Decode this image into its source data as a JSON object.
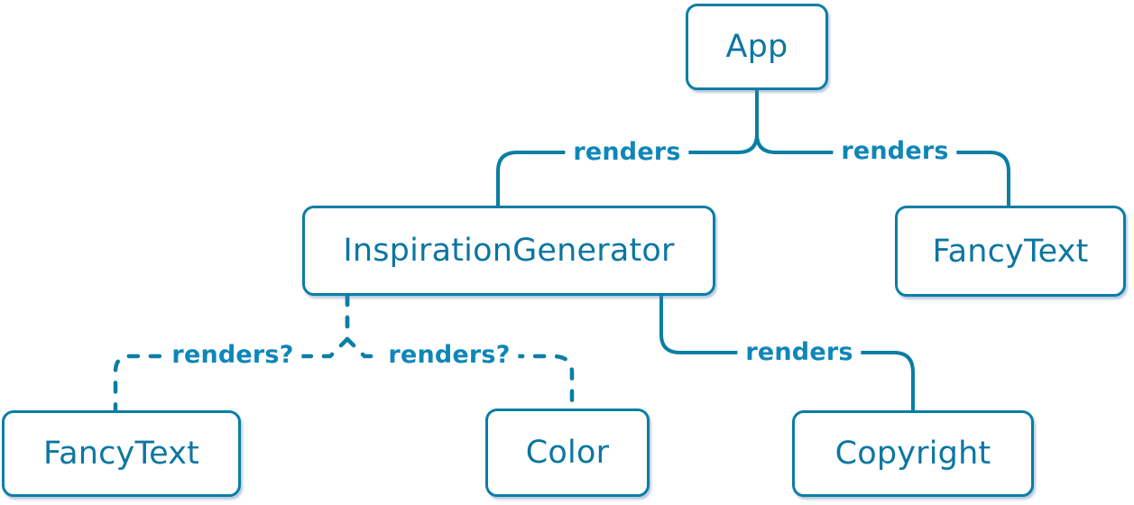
{
  "diagram": {
    "type": "component-render-tree",
    "colors": {
      "line": "#0a7ea4",
      "node-text": "#0c76a2",
      "label-text": "#0f86b8",
      "node-bg": "#ffffff"
    },
    "nodes": [
      {
        "id": "app",
        "label": "App"
      },
      {
        "id": "inspiration-generator",
        "label": "InspirationGenerator"
      },
      {
        "id": "fancy-text-top",
        "label": "FancyText"
      },
      {
        "id": "fancy-text-bottom",
        "label": "FancyText"
      },
      {
        "id": "color",
        "label": "Color"
      },
      {
        "id": "copyright",
        "label": "Copyright"
      }
    ],
    "edges": [
      {
        "from": "app",
        "to": "inspiration-generator",
        "label": "renders",
        "style": "solid"
      },
      {
        "from": "app",
        "to": "fancy-text-top",
        "label": "renders",
        "style": "solid"
      },
      {
        "from": "inspiration-generator",
        "to": "fancy-text-bottom",
        "label": "renders?",
        "style": "dashed"
      },
      {
        "from": "inspiration-generator",
        "to": "color",
        "label": "renders?",
        "style": "dashed"
      },
      {
        "from": "inspiration-generator",
        "to": "copyright",
        "label": "renders",
        "style": "solid"
      }
    ]
  }
}
